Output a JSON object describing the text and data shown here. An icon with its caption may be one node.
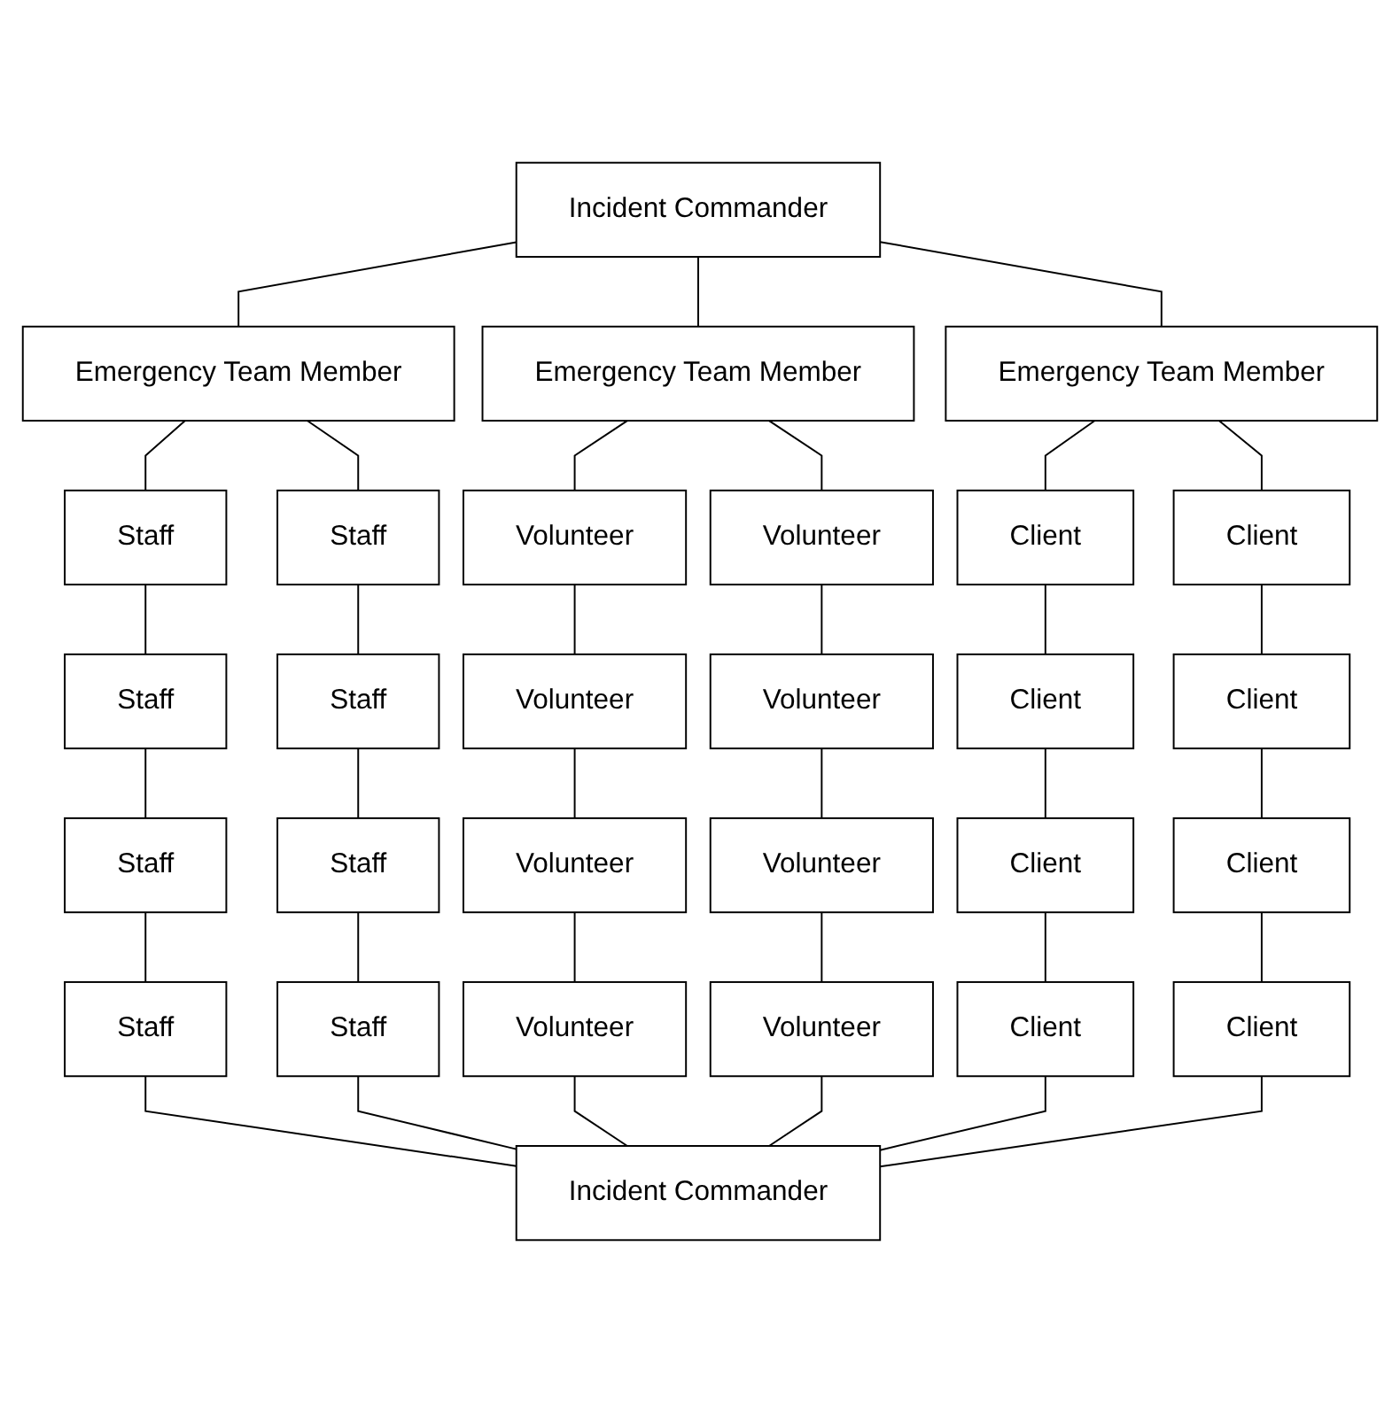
{
  "diagram": {
    "nodes": [
      {
        "text": [
          "Incident Commander"
        ]
      },
      {
        "text": [
          "Emergency Team Member"
        ]
      },
      {
        "text": [
          "Emergency Team Member"
        ]
      },
      {
        "text": [
          "Emergency Team Member"
        ]
      },
      {
        "text": [
          "Staff"
        ]
      },
      {
        "text": [
          "Staff"
        ]
      },
      {
        "text": [
          "Volunteer"
        ]
      },
      {
        "text": [
          "Volunteer"
        ]
      },
      {
        "text": [
          "Client"
        ]
      },
      {
        "text": [
          "Client"
        ]
      },
      {
        "text": [
          "Staff"
        ]
      },
      {
        "text": [
          "Staff"
        ]
      },
      {
        "text": [
          "Volunteer"
        ]
      },
      {
        "text": [
          "Volunteer"
        ]
      },
      {
        "text": [
          "Client"
        ]
      },
      {
        "text": [
          "Client"
        ]
      },
      {
        "text": [
          "Staff"
        ]
      },
      {
        "text": [
          "Staff"
        ]
      },
      {
        "text": [
          "Volunteer"
        ]
      },
      {
        "text": [
          "Volunteer"
        ]
      },
      {
        "text": [
          "Client"
        ]
      },
      {
        "text": [
          "Client"
        ]
      },
      {
        "text": [
          "Staff"
        ]
      },
      {
        "text": [
          "Staff"
        ]
      },
      {
        "text": [
          "Volunteer"
        ]
      },
      {
        "text": [
          "Volunteer"
        ]
      },
      {
        "text": [
          "Client"
        ]
      },
      {
        "text": [
          "Client"
        ]
      },
      {
        "text": [
          "Incident Commander"
        ]
      }
    ],
    "edges": [
      {
        "from": 0,
        "to": 1,
        "arrow": "none"
      },
      {
        "from": 0,
        "to": 2,
        "arrow": "none"
      },
      {
        "from": 0,
        "to": 3,
        "arrow": "none"
      },
      {
        "from": 1,
        "to": 4,
        "arrow": "none"
      },
      {
        "from": 1,
        "to": 5,
        "arrow": "none"
      },
      {
        "from": 2,
        "to": 6,
        "arrow": "none"
      },
      {
        "from": 2,
        "to": 7,
        "arrow": "none"
      },
      {
        "from": 3,
        "to": 8,
        "arrow": "none"
      },
      {
        "from": 3,
        "to": 9,
        "arrow": "none"
      },
      {
        "from": 4,
        "to": 10,
        "arrow": "none"
      },
      {
        "from": 10,
        "to": 16,
        "arrow": "none"
      },
      {
        "from": 16,
        "to": 22,
        "arrow": "none"
      },
      {
        "from": 5,
        "to": 11,
        "arrow": "none"
      },
      {
        "from": 11,
        "to": 17,
        "arrow": "none"
      },
      {
        "from": 17,
        "to": 23,
        "arrow": "none"
      },
      {
        "from": 6,
        "to": 12,
        "arrow": "none"
      },
      {
        "from": 12,
        "to": 18,
        "arrow": "none"
      },
      {
        "from": 18,
        "to": 24,
        "arrow": "none"
      },
      {
        "from": 7,
        "to": 13,
        "arrow": "none"
      },
      {
        "from": 13,
        "to": 19,
        "arrow": "none"
      },
      {
        "from": 19,
        "to": 25,
        "arrow": "none"
      },
      {
        "from": 8,
        "to": 14,
        "arrow": "none"
      },
      {
        "from": 14,
        "to": 20,
        "arrow": "none"
      },
      {
        "from": 20,
        "to": 26,
        "arrow": "none"
      },
      {
        "from": 9,
        "to": 15,
        "arrow": "none"
      },
      {
        "from": 15,
        "to": 21,
        "arrow": "none"
      },
      {
        "from": 21,
        "to": 27,
        "arrow": "none"
      },
      {
        "from": 22,
        "to": 28,
        "arrow": "none"
      },
      {
        "from": 23,
        "to": 28,
        "arrow": "none"
      },
      {
        "from": 24,
        "to": 28,
        "arrow": "none"
      },
      {
        "from": 25,
        "to": 28,
        "arrow": "none"
      },
      {
        "from": 26,
        "to": 28,
        "arrow": "none"
      },
      {
        "from": 27,
        "to": 28,
        "arrow": "none"
      }
    ]
  }
}
